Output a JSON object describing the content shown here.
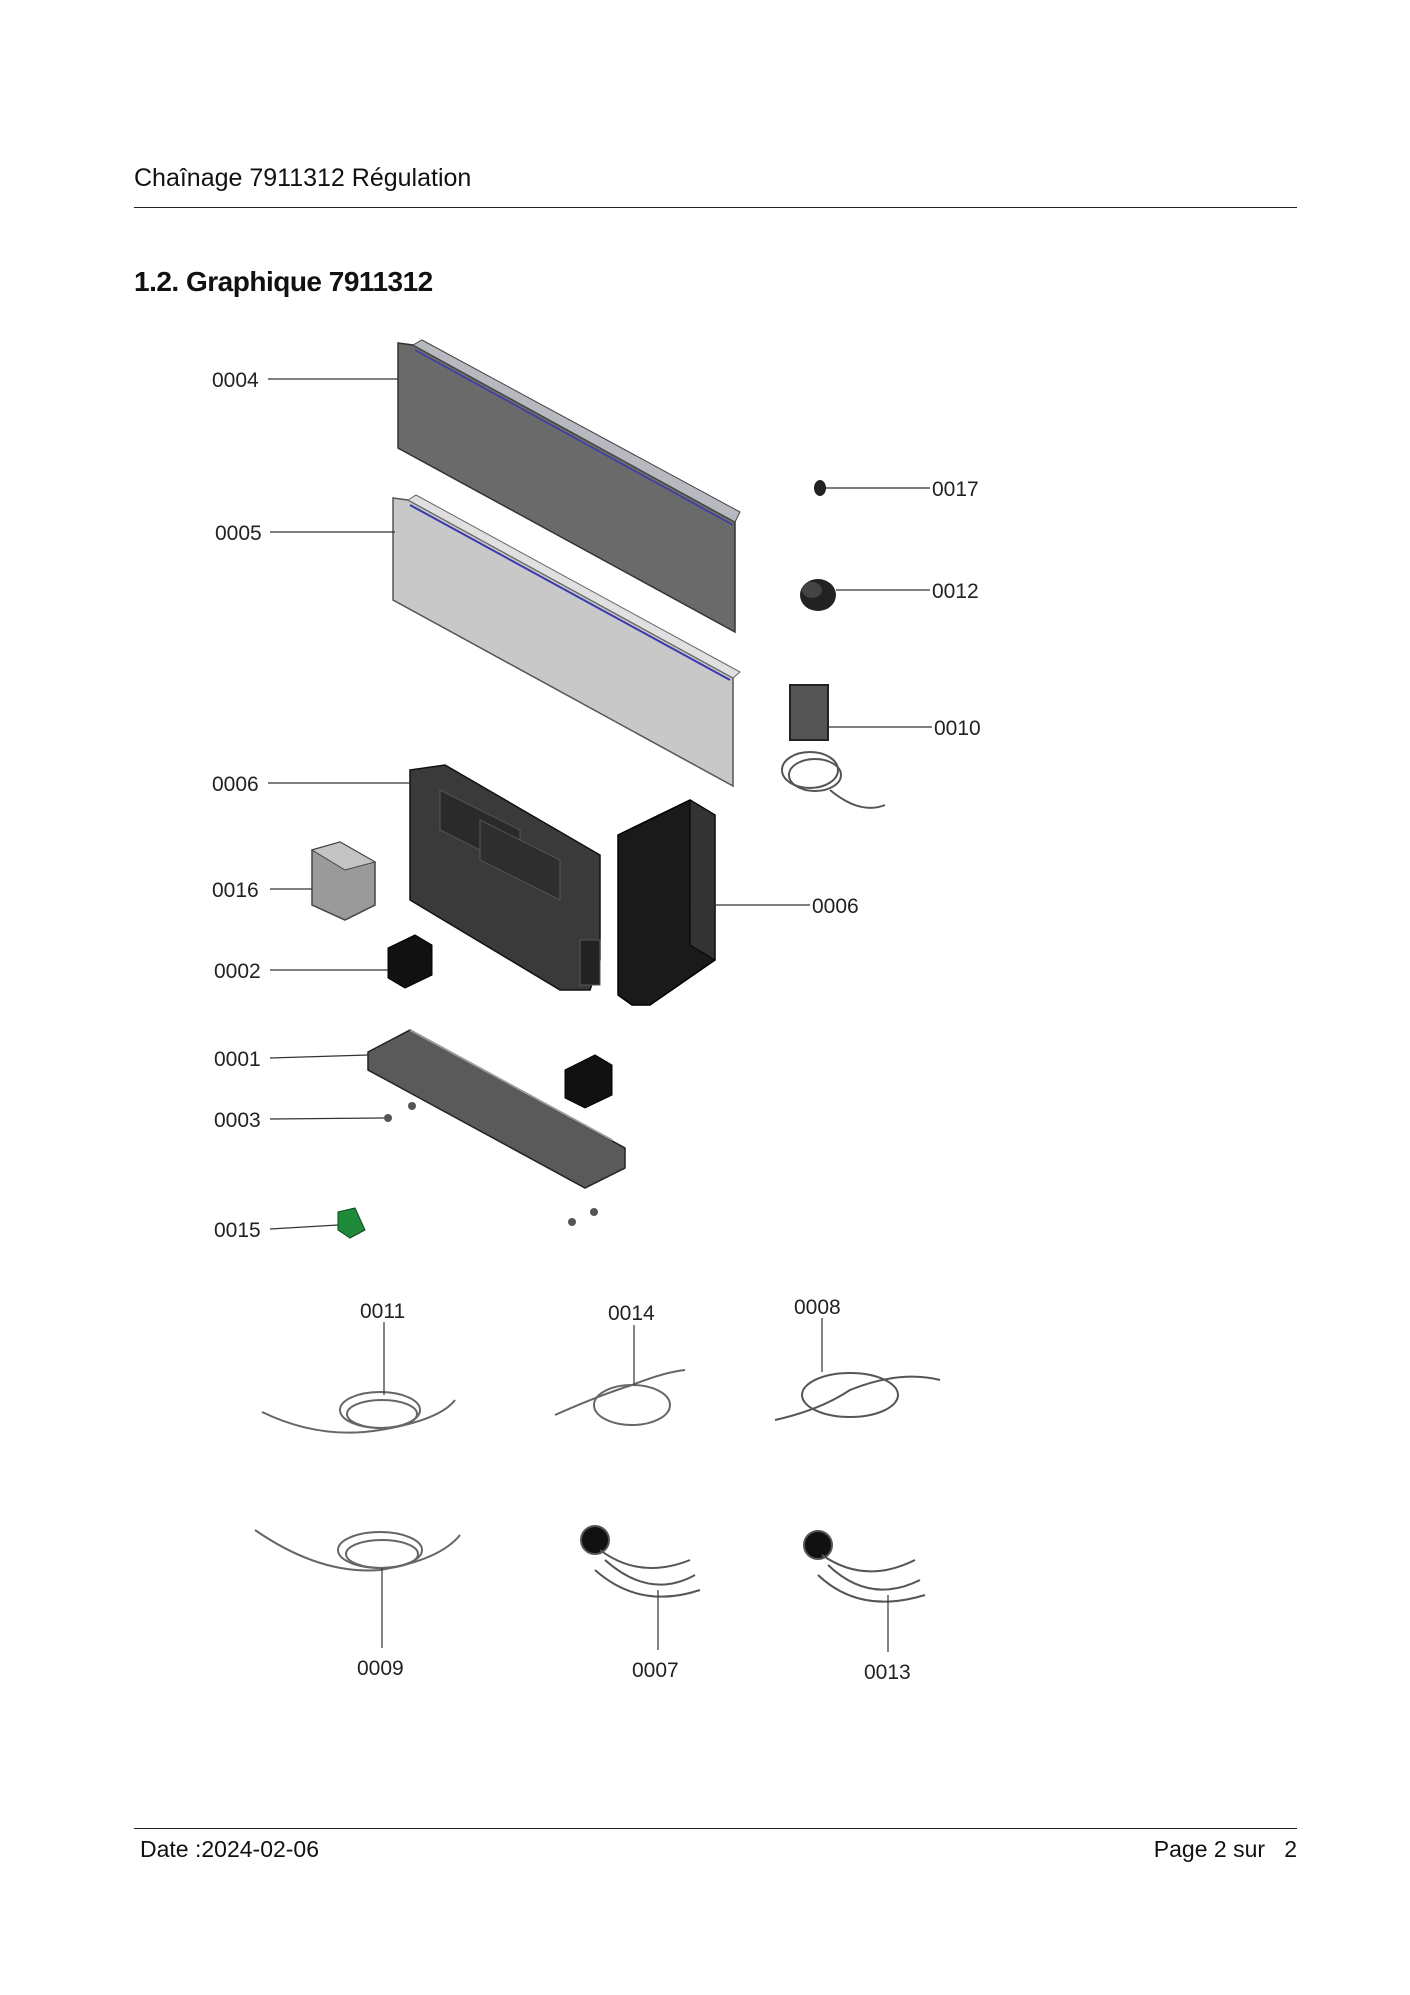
{
  "header": {
    "title": "Chaînage 7911312 Régulation"
  },
  "section": {
    "heading": "1.2. Graphique 7911312"
  },
  "diagram": {
    "callouts": [
      {
        "id": "c0004",
        "label": "0004"
      },
      {
        "id": "c0005",
        "label": "0005"
      },
      {
        "id": "c0006a",
        "label": "0006"
      },
      {
        "id": "c0016",
        "label": "0016"
      },
      {
        "id": "c0002",
        "label": "0002"
      },
      {
        "id": "c0001",
        "label": "0001"
      },
      {
        "id": "c0003",
        "label": "0003"
      },
      {
        "id": "c0015",
        "label": "0015"
      },
      {
        "id": "c0017",
        "label": "0017"
      },
      {
        "id": "c0012",
        "label": "0012"
      },
      {
        "id": "c0010",
        "label": "0010"
      },
      {
        "id": "c0006b",
        "label": "0006"
      },
      {
        "id": "c0011",
        "label": "0011"
      },
      {
        "id": "c0014",
        "label": "0014"
      },
      {
        "id": "c0008",
        "label": "0008"
      },
      {
        "id": "c0009",
        "label": "0009"
      },
      {
        "id": "c0007",
        "label": "0007"
      },
      {
        "id": "c0013",
        "label": "0013"
      }
    ]
  },
  "footer": {
    "date": "Date :2024-02-06",
    "page": "Page 2 sur   2"
  }
}
